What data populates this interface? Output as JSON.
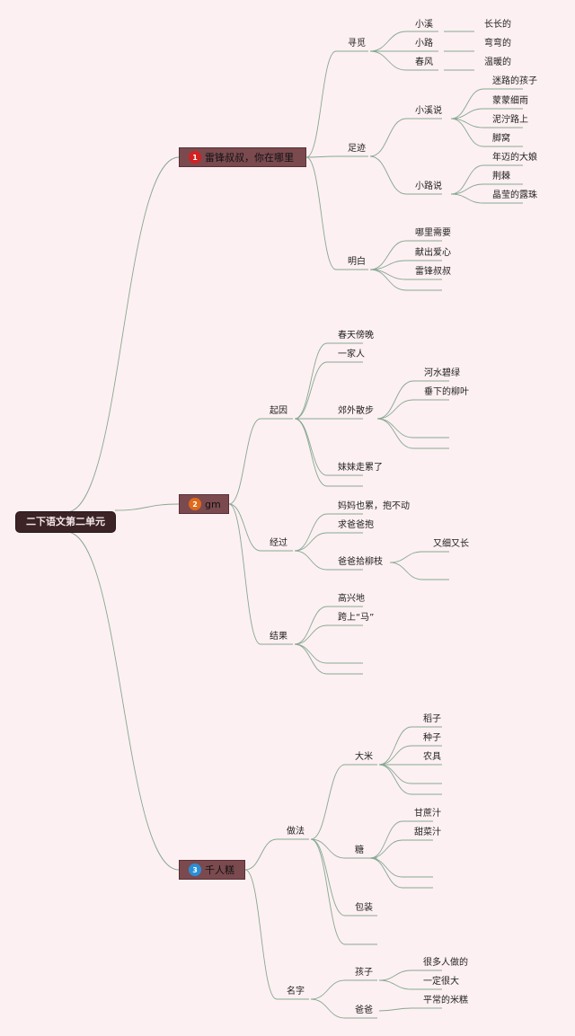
{
  "root": "二下语文第二单元",
  "colors": {
    "background": "#fdf0f2",
    "line": "#86a894",
    "branch_fill": "#7a4a4f"
  },
  "branches": [
    {
      "number": "1",
      "badge_color": "#d42020",
      "label": "雷锋叔叔，你在哪里",
      "children": [
        {
          "label": "寻觅",
          "children": [
            {
              "label": "小溪",
              "children": [
                {
                  "label": "长长的"
                }
              ]
            },
            {
              "label": "小路",
              "children": [
                {
                  "label": "弯弯的"
                }
              ]
            },
            {
              "label": "春风",
              "children": [
                {
                  "label": "温暖的"
                }
              ]
            }
          ]
        },
        {
          "label": "足迹",
          "children": [
            {
              "label": "小溪说",
              "children": [
                {
                  "label": "迷路的孩子"
                },
                {
                  "label": "蒙蒙细雨"
                },
                {
                  "label": "泥泞路上"
                },
                {
                  "label": "脚窝"
                }
              ]
            },
            {
              "label": "小路说",
              "children": [
                {
                  "label": "年迈的大娘"
                },
                {
                  "label": "荆棘"
                },
                {
                  "label": "晶莹的露珠"
                }
              ]
            }
          ]
        },
        {
          "label": "明白",
          "children": [
            {
              "label": "哪里需要"
            },
            {
              "label": "献出爱心"
            },
            {
              "label": "雷锋叔叔"
            },
            {
              "label": ""
            }
          ]
        }
      ]
    },
    {
      "number": "2",
      "badge_color": "#e06a1a",
      "label": "gm",
      "children": [
        {
          "label": "起因",
          "children": [
            {
              "label": "春天傍晚"
            },
            {
              "label": "一家人"
            },
            {
              "label": "郊外散步",
              "children": [
                {
                  "label": "河水碧绿"
                },
                {
                  "label": "垂下的柳叶"
                },
                {
                  "label": ""
                },
                {
                  "label": ""
                }
              ]
            },
            {
              "label": "妹妹走累了"
            },
            {
              "label": ""
            }
          ]
        },
        {
          "label": "经过",
          "children": [
            {
              "label": "妈妈也累，抱不动"
            },
            {
              "label": "求爸爸抱"
            },
            {
              "label": "爸爸拾柳枝",
              "children": [
                {
                  "label": "又细又长"
                },
                {
                  "label": ""
                }
              ]
            }
          ]
        },
        {
          "label": "结果",
          "children": [
            {
              "label": "高兴地"
            },
            {
              "label": "跨上“马”"
            },
            {
              "label": ""
            },
            {
              "label": ""
            }
          ]
        }
      ]
    },
    {
      "number": "3",
      "badge_color": "#2a8fd6",
      "label": "千人糕",
      "children": [
        {
          "label": "做法",
          "children": [
            {
              "label": "大米",
              "children": [
                {
                  "label": "稻子"
                },
                {
                  "label": "种子"
                },
                {
                  "label": "农具"
                },
                {
                  "label": ""
                },
                {
                  "label": ""
                }
              ]
            },
            {
              "label": "糖",
              "children": [
                {
                  "label": "甘蔗汁"
                },
                {
                  "label": "甜菜汁"
                },
                {
                  "label": ""
                },
                {
                  "label": ""
                }
              ]
            },
            {
              "label": "包装"
            },
            {
              "label": ""
            }
          ]
        },
        {
          "label": "名字",
          "children": [
            {
              "label": "孩子",
              "children": [
                {
                  "label": "很多人做的"
                },
                {
                  "label": "一定很大"
                }
              ]
            },
            {
              "label": "爸爸",
              "children": [
                {
                  "label": "平常的米糕"
                }
              ]
            }
          ]
        }
      ]
    }
  ]
}
